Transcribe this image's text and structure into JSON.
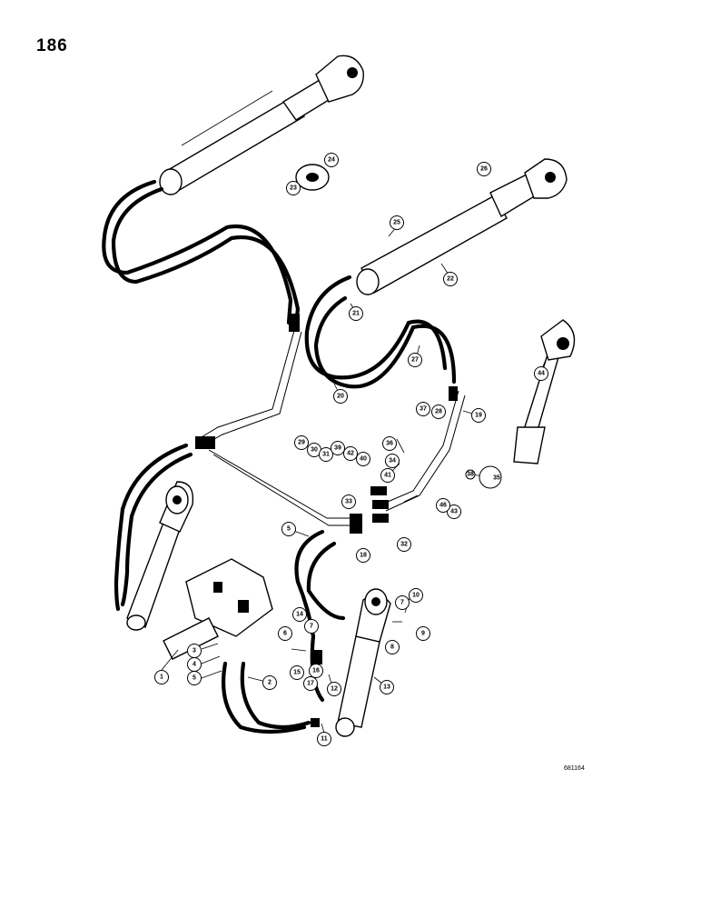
{
  "page_number": "186",
  "figure_id": "681164",
  "callouts": [
    "1",
    "2",
    "3",
    "4",
    "5",
    "6",
    "7",
    "8",
    "9",
    "10",
    "11",
    "12",
    "13",
    "14",
    "15",
    "16",
    "17",
    "18",
    "19",
    "20",
    "21",
    "22",
    "23",
    "24",
    "25",
    "26",
    "27",
    "28",
    "29",
    "30",
    "31",
    "32",
    "33",
    "34",
    "35",
    "36",
    "37",
    "38",
    "39",
    "40",
    "41",
    "42",
    "43",
    "44"
  ]
}
